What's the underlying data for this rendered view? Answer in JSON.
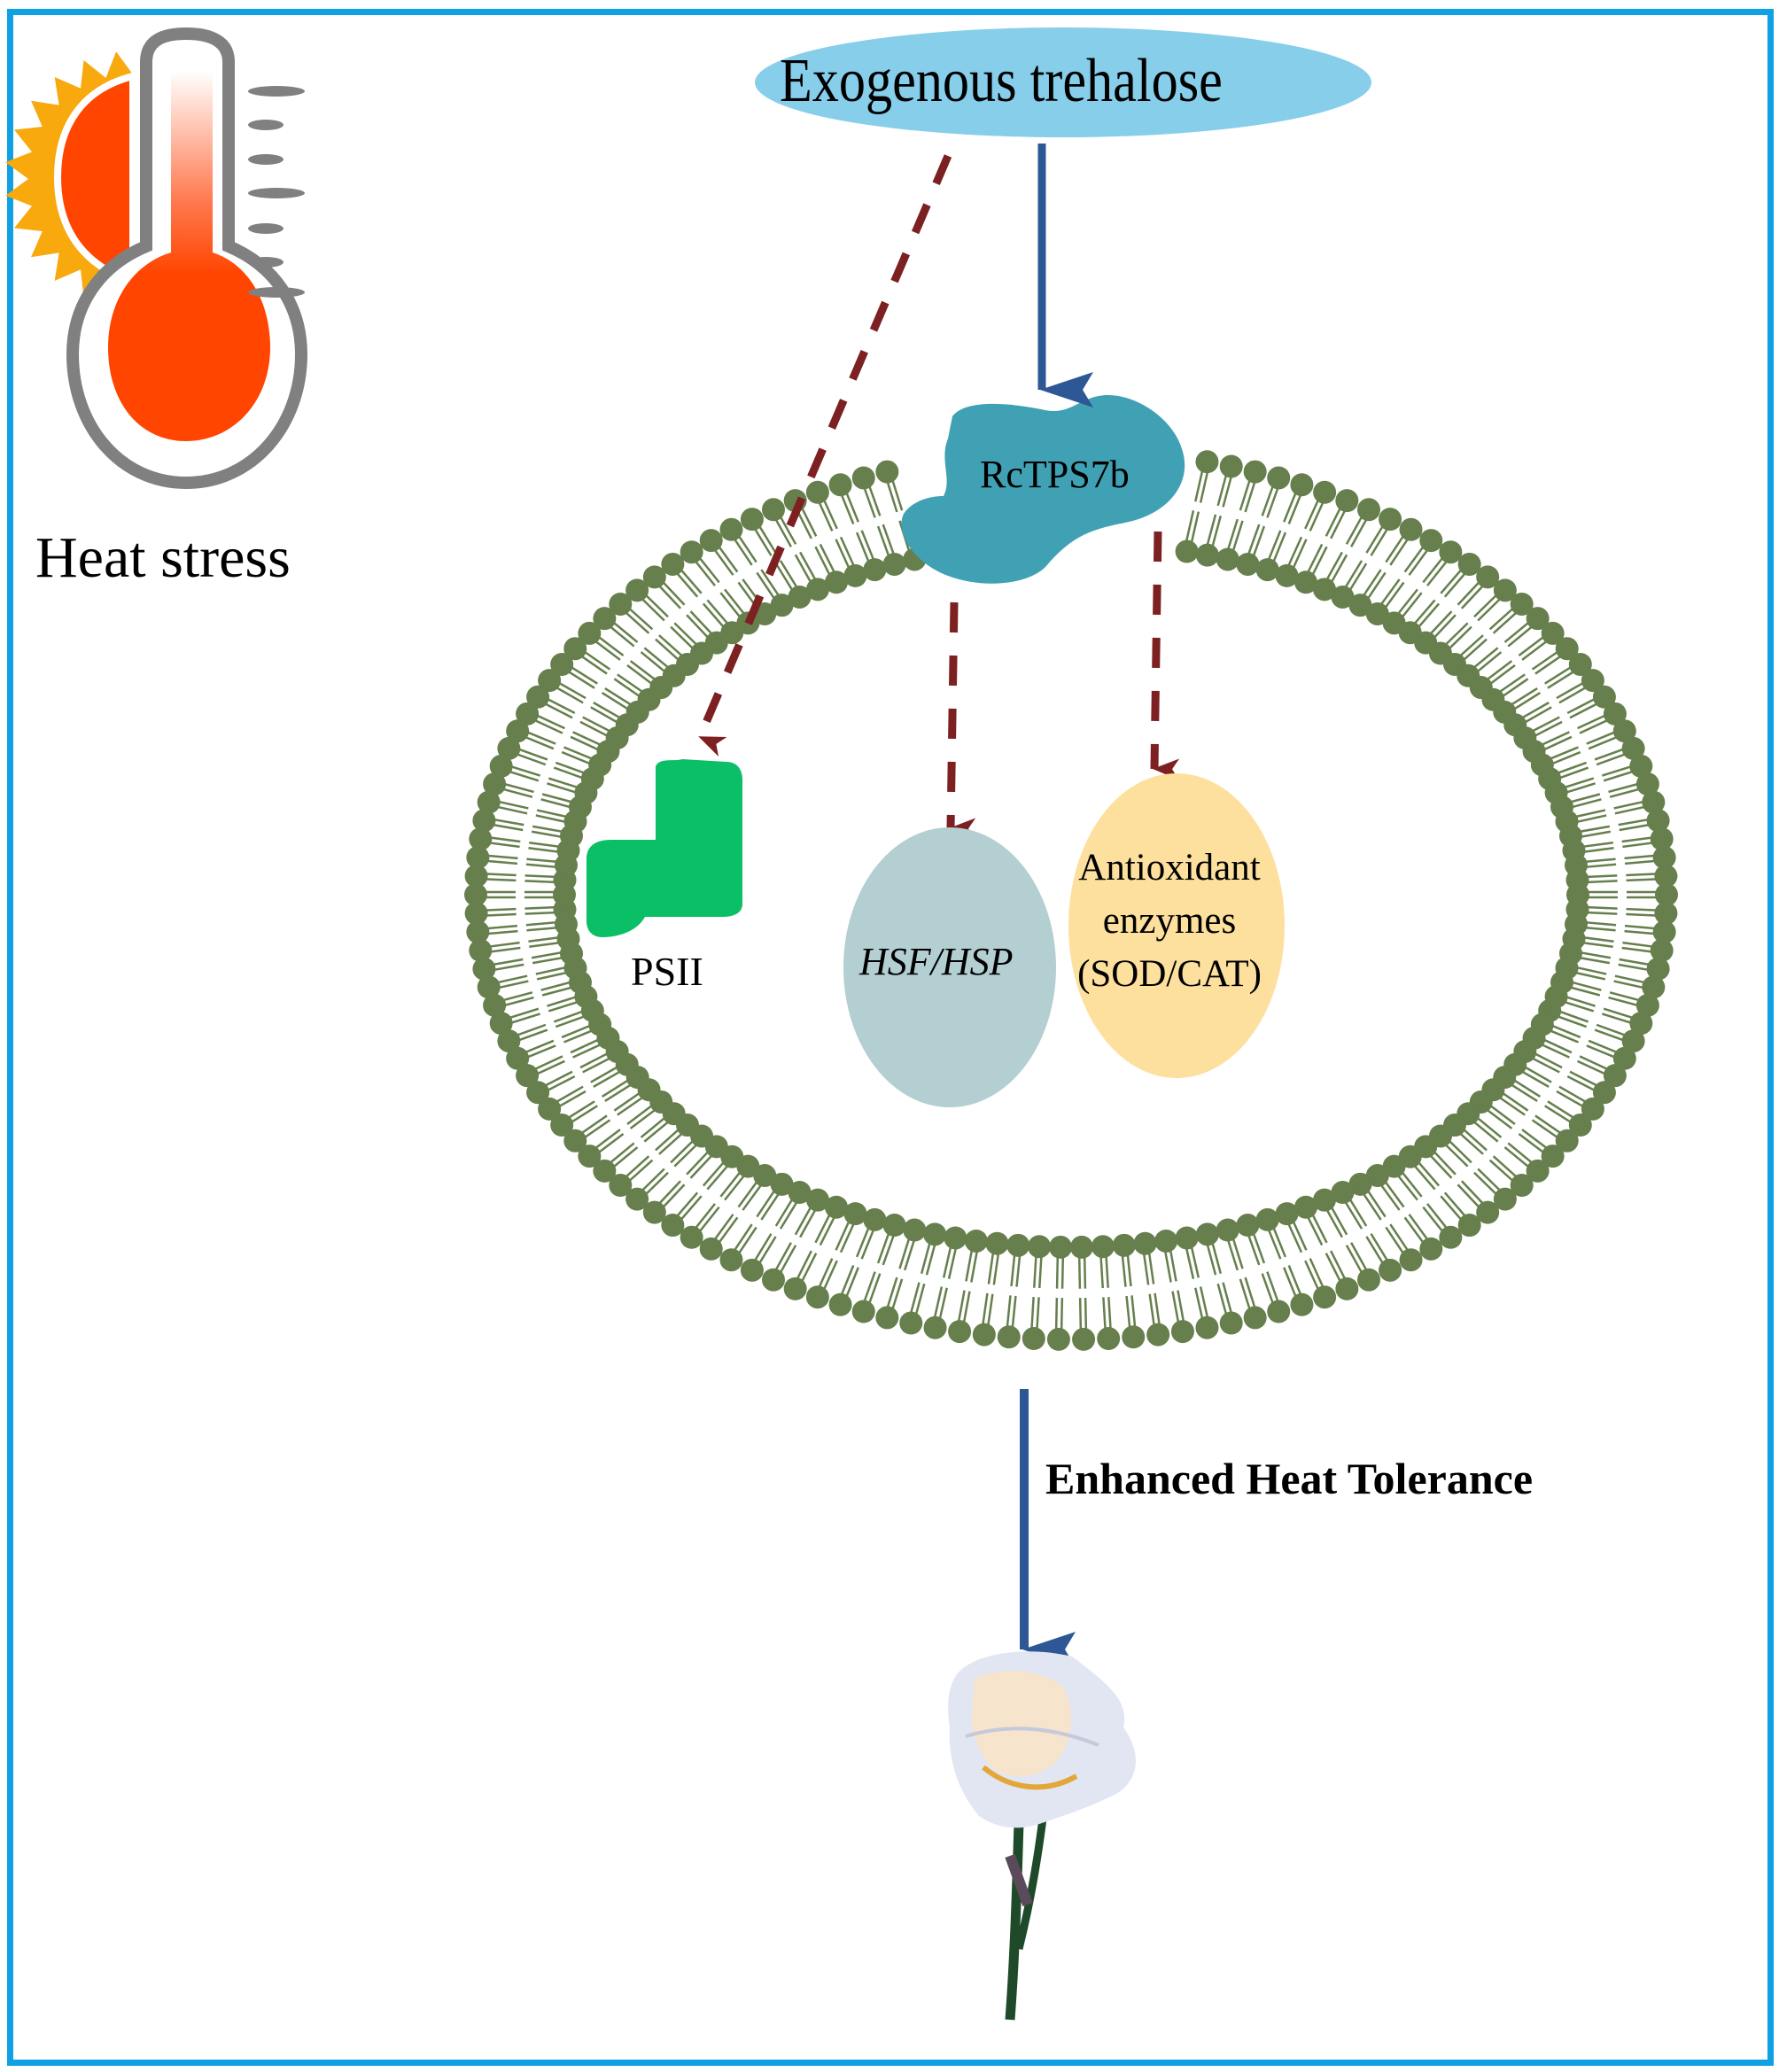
{
  "figure": {
    "type": "graphical-abstract",
    "border_color": "#0ea1e4"
  },
  "heat_stress": {
    "icon": "thermometer-sun-icon",
    "label": "Heat stress",
    "colors": {
      "mercury": "#ff4500",
      "sun_rays": "#f7a90e",
      "outline": "#808080"
    }
  },
  "treatment": {
    "label": "Exogenous trehalose",
    "color": "#87ceea"
  },
  "membrane": {
    "icon": "phospholipid-bilayer-icon",
    "color": "#667f4d"
  },
  "protein": {
    "label": "RcTPS7b",
    "color": "#3fa1b3"
  },
  "targets": [
    {
      "label": "PSII",
      "color": "#0bbf67"
    },
    {
      "label": "HSF/HSP",
      "color": "#b4cfd1",
      "italic": true
    },
    {
      "label_lines": [
        "Antioxidant",
        "enzymes",
        "(SOD/CAT)"
      ],
      "color": "#fde09e"
    }
  ],
  "arrows": {
    "solid_color": "#2e5795",
    "dashed_color": "#7d2022"
  },
  "outcome": {
    "label": "Enhanced Heat Tolerance",
    "icon": "rose-flower-icon"
  }
}
